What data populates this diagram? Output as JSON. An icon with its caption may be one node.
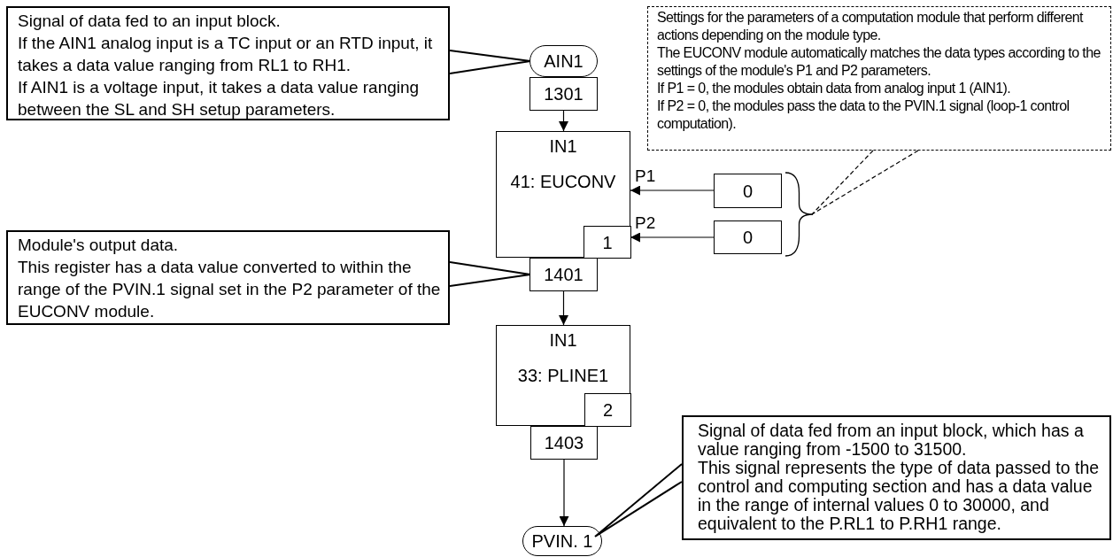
{
  "diagram": {
    "nodes": [
      {
        "text": [
          "Signal of data fed to an input block.",
          "If the AIN1 analog input is a TC input or an RTD input, it takes a data value ranging from RL1 to RH1.",
          "If AIN1 is a voltage input, it takes a data value ranging between the SL and SH setup parameters."
        ]
      },
      {
        "text": [
          "AIN1"
        ]
      },
      {
        "text": [
          "1301"
        ]
      },
      {
        "text": [
          "IN1",
          "41: EUCONV"
        ]
      },
      {
        "text": [
          "1"
        ],
        "in": 3
      },
      {
        "text": [
          "1401"
        ]
      },
      {
        "text": [
          "Settings for the parameters of a computation module that perform different actions depending on the module type.",
          "The EUCONV module automatically matches the data types according to the settings of the module's P1 and P2 parameters.",
          "If P1 = 0, the modules obtain data from analog input 1 (AIN1).",
          "If P2 = 0, the modules pass the data to the PVIN.1 signal (loop-1 control computation)."
        ]
      },
      {
        "text": [
          "0"
        ]
      },
      {
        "text": [
          "0"
        ]
      },
      {
        "text": [
          "Module's output data.",
          "This register has a data value converted to within the range of the PVIN.1 signal set in the P2 parameter of the EUCONV module."
        ]
      },
      {
        "text": [
          "IN1",
          "33: PLINE1"
        ]
      },
      {
        "text": [
          "2"
        ],
        "in": 10
      },
      {
        "text": [
          "1403"
        ]
      },
      {
        "text": [
          "PVIN. 1"
        ]
      },
      {
        "text": [
          "Signal of data fed from an input block, which has a value ranging from -1500 to 31500.",
          "This signal represents the type of data passed to the control and computing section and has a data value in the range of internal values 0 to 30000, and equivalent to the P.RL1 to P.RH1 range."
        ]
      },
      {
        "text": [],
        "shape": "brace"
      }
    ],
    "edges": [
      {
        "from": 0,
        "to": 1,
        "arrow": "none"
      },
      {
        "from": 2,
        "to": 3,
        "arrow": "to"
      },
      {
        "from": 7,
        "to": 3,
        "label": "P1",
        "arrow": "to"
      },
      {
        "from": 8,
        "to": 3,
        "label": "P2",
        "arrow": "to"
      },
      {
        "from": 9,
        "to": 5,
        "arrow": "none"
      },
      {
        "from": 5,
        "to": 10,
        "arrow": "to"
      },
      {
        "from": 12,
        "to": 13,
        "arrow": "to"
      },
      {
        "from": 14,
        "to": 13,
        "arrow": "none"
      },
      {
        "from": 6,
        "to": 15,
        "arrow": "none",
        "style": "dashed"
      },
      {
        "from": 6,
        "to": 15,
        "arrow": "none",
        "style": "dashed"
      }
    ]
  }
}
